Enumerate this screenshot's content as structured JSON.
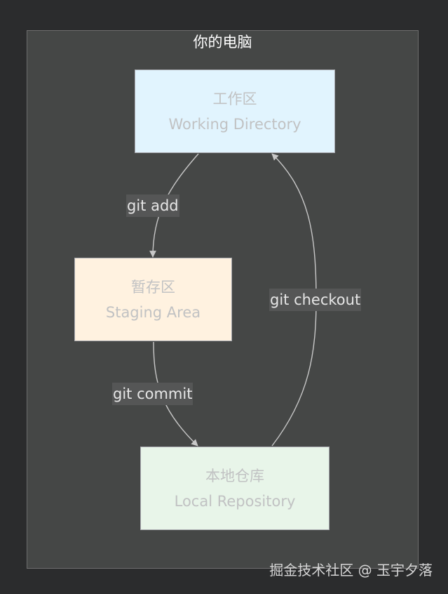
{
  "diagram": {
    "cluster_title": "你的电脑",
    "nodes": {
      "working": {
        "zh": "工作区",
        "en": "Working Directory",
        "fill": "#e1f4fe"
      },
      "staging": {
        "zh": "暂存区",
        "en": "Staging Area",
        "fill": "#fff2e0"
      },
      "local": {
        "zh": "本地仓库",
        "en": "Local Repository",
        "fill": "#e8f5e9"
      }
    },
    "edges": [
      {
        "from": "working",
        "to": "staging",
        "label": "git add"
      },
      {
        "from": "staging",
        "to": "local",
        "label": "git commit"
      },
      {
        "from": "local",
        "to": "working",
        "label": "git checkout"
      }
    ]
  },
  "watermark": "掘金技术社区 @ 玉宇夕落",
  "colors": {
    "background": "#2b2c2d",
    "cluster": "#454746",
    "edge": "#c8c8c8",
    "label_bg": "#555656"
  }
}
